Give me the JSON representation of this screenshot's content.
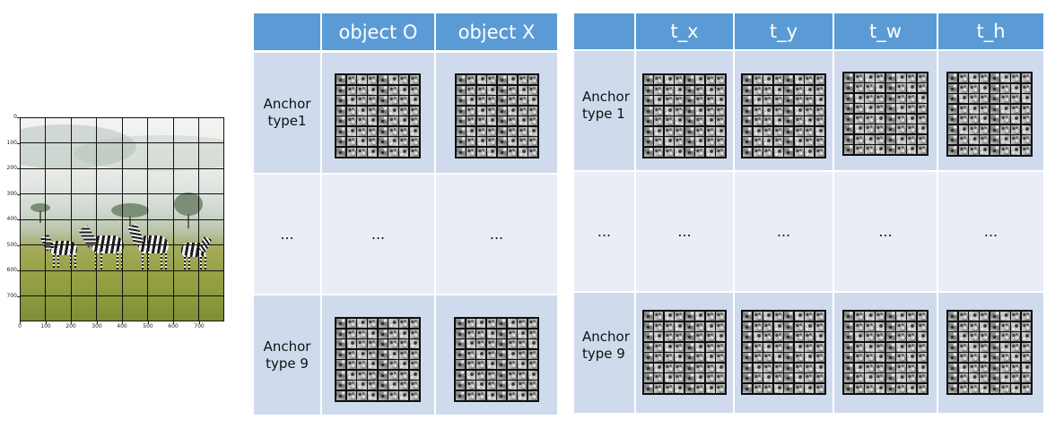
{
  "input_image": {
    "y_ticks": [
      "0",
      "100",
      "200",
      "300",
      "400",
      "500",
      "600",
      "700"
    ],
    "x_ticks": [
      "0",
      "100",
      "200",
      "300",
      "400",
      "500",
      "600",
      "700"
    ],
    "grid": "8x8 overlay"
  },
  "objectness_table": {
    "headers": [
      "",
      "object O",
      "object X"
    ],
    "rows": [
      {
        "label": "Anchor\ntype1",
        "cells": [
          "filter-grid",
          "filter-grid"
        ]
      },
      {
        "label": "...",
        "cells": [
          "...",
          "..."
        ]
      },
      {
        "label": "Anchor\ntype 9",
        "cells": [
          "filter-grid",
          "filter-grid"
        ]
      }
    ]
  },
  "regression_table": {
    "headers": [
      "",
      "t_x",
      "t_y",
      "t_w",
      "t_h"
    ],
    "rows": [
      {
        "label": "Anchor\ntype 1",
        "cells": [
          "filter-grid",
          "filter-grid",
          "filter-grid",
          "filter-grid"
        ]
      },
      {
        "label": "...",
        "cells": [
          "...",
          "...",
          "...",
          "..."
        ]
      },
      {
        "label": "Anchor\ntype 9",
        "cells": [
          "filter-grid",
          "filter-grid",
          "filter-grid",
          "filter-grid"
        ]
      }
    ]
  },
  "colors": {
    "header": "#5b9bd5",
    "row_dark": "#cfdaed",
    "row_light": "#e9edf6"
  }
}
